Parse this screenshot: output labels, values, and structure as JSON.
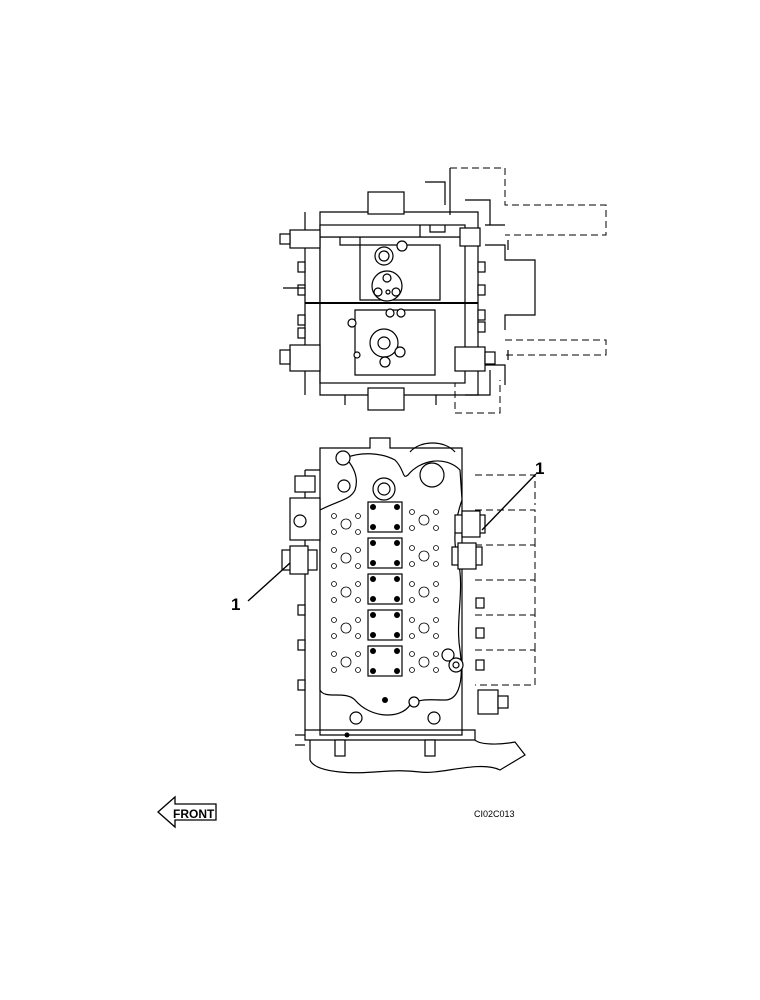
{
  "callouts": [
    {
      "label": "1"
    },
    {
      "label": "1"
    }
  ],
  "front_arrow": {
    "label": "FRONT"
  },
  "figure_code": "CI02C013"
}
